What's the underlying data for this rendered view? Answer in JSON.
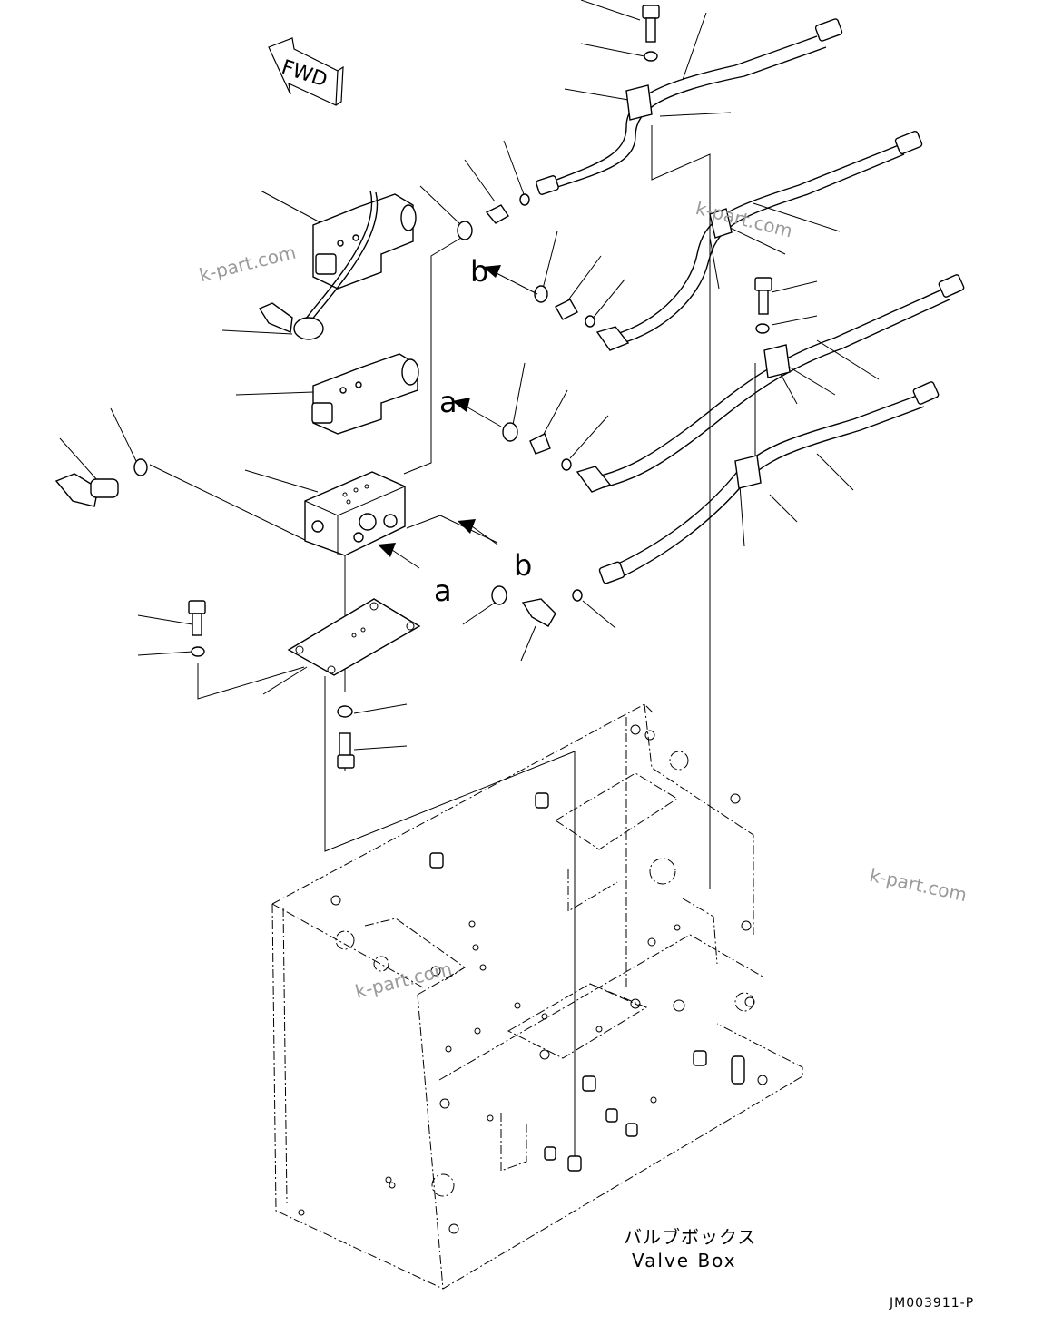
{
  "diagram": {
    "fwd_label": "FWD",
    "callout_a1": "a",
    "callout_a2": "a",
    "callout_b1": "b",
    "callout_b2": "b",
    "valve_box_jp": "バルブボックス",
    "valve_box_en": "Valve Box",
    "drawing_code": "JM003911-P",
    "watermarks": [
      "k-part.com",
      "k-part.com",
      "k-part.com",
      "k-part.com"
    ]
  }
}
